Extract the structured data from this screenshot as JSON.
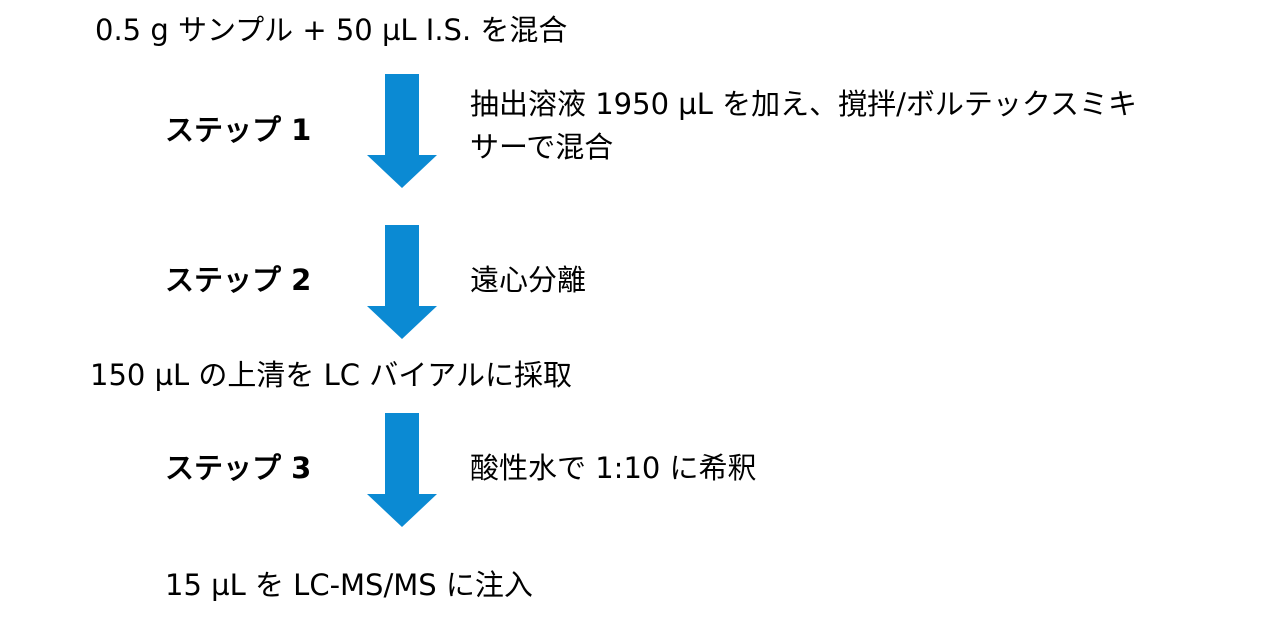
{
  "start": "0.5 g サンプル + 50 µL I.S. を混合",
  "steps": [
    {
      "label": "ステップ 1",
      "desc_lines": [
        "抽出溶液 1950 µL を加え、撹拌/ボルテックスミキ",
        "サーで混合"
      ]
    },
    {
      "label": "ステップ 2",
      "desc_lines": [
        "遠心分離"
      ]
    },
    {
      "label": "ステップ 3",
      "desc_lines": [
        "酸性水で 1:10 に希釈"
      ]
    }
  ],
  "middle": "150 µL の上清を LC バイアルに採取",
  "end": "15 µL を LC-MS/MS に注入",
  "colors": {
    "arrow": "#0b8ad3"
  }
}
